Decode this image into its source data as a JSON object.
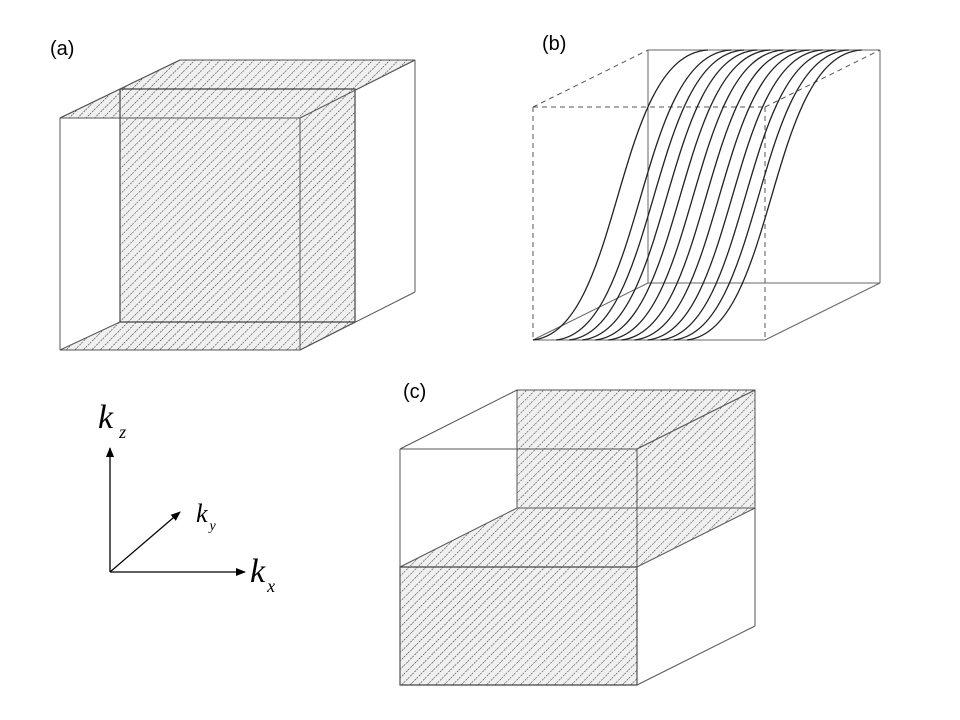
{
  "panels": {
    "a": {
      "label": "(a)"
    },
    "b": {
      "label": "(b)"
    },
    "c": {
      "label": "(c)"
    }
  },
  "axes": {
    "kz": {
      "main": "k",
      "sub": "z"
    },
    "ky": {
      "main": "k",
      "sub": "y"
    },
    "kx": {
      "main": "k",
      "sub": "x"
    }
  },
  "style": {
    "line_color": "#000000",
    "box_edge_color": "#555555",
    "hatch_color": "#333333",
    "background": "#ffffff"
  },
  "panel_b": {
    "surface_line_count": 12
  }
}
